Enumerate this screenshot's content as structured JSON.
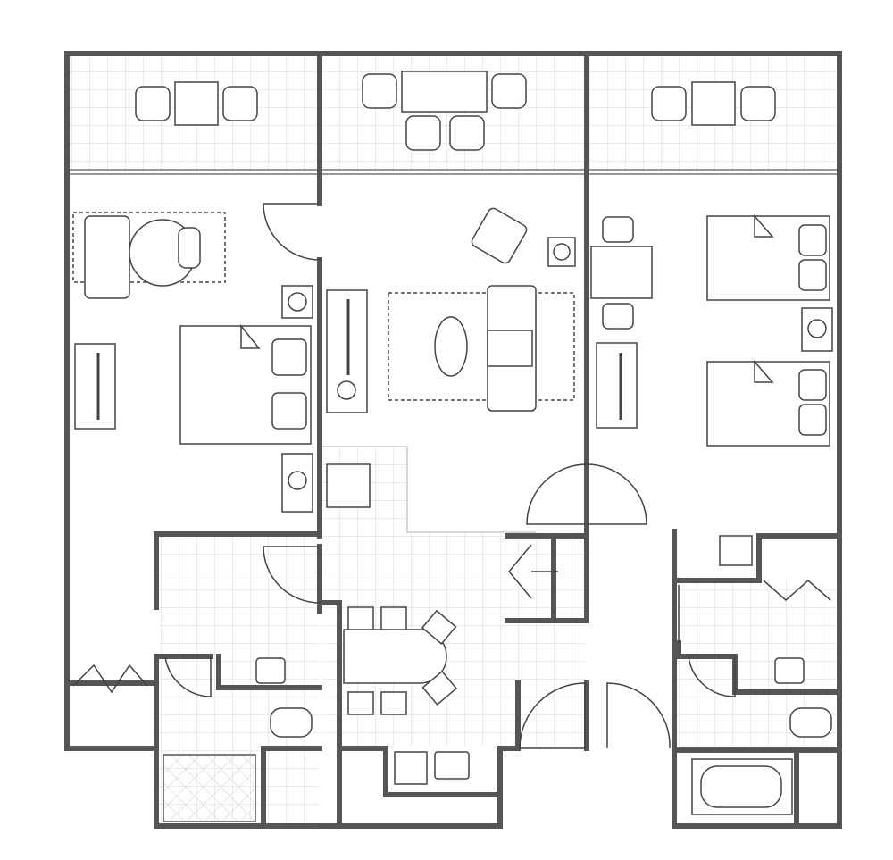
{
  "colors": {
    "background": "#ffffff",
    "wall": "#555555",
    "tile_grid": "#d8d8d8",
    "fixture_line": "#444444"
  },
  "rooms": [
    "balcony-left",
    "balcony-center",
    "balcony-right",
    "bedroom-left",
    "living-room",
    "bedroom-right",
    "bathroom-left",
    "dining-kitchen",
    "bathroom-right"
  ]
}
